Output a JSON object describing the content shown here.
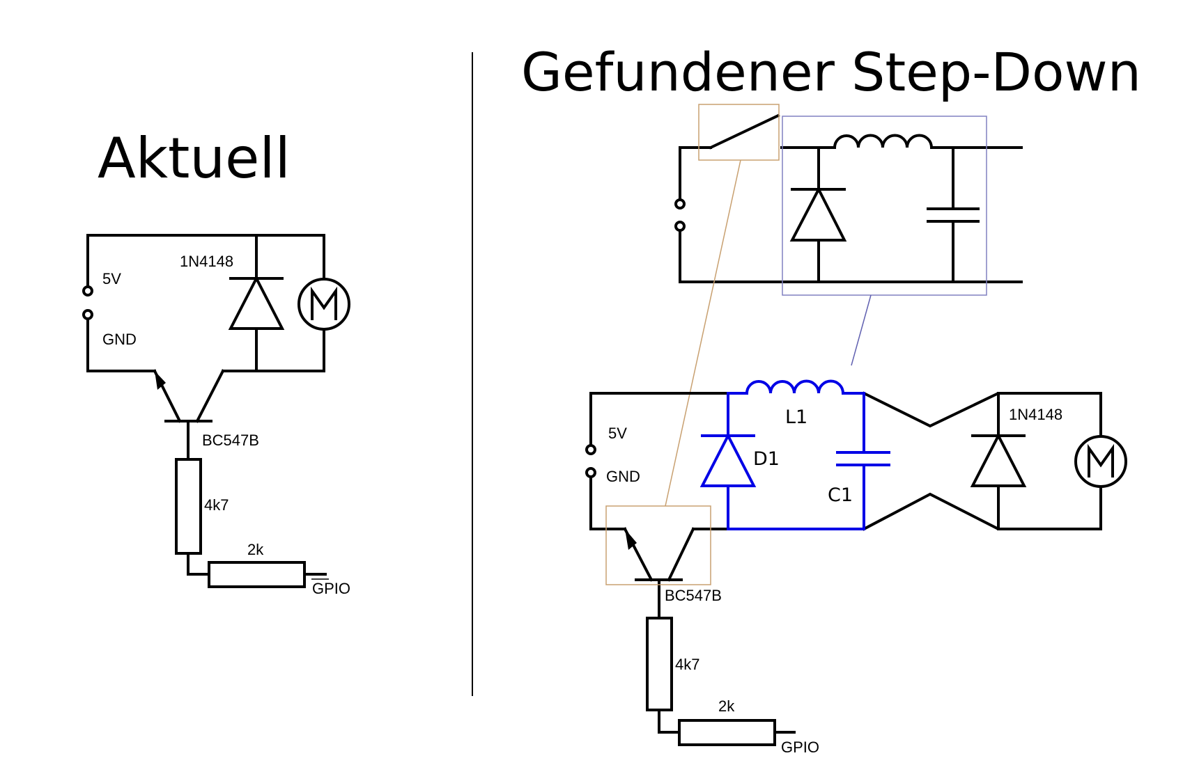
{
  "left": {
    "title": "Aktuell",
    "labels": {
      "v5": "5V",
      "gnd": "GND",
      "diode": "1N4148",
      "transistor": "BC547B",
      "r1": "4k7",
      "r2": "2k",
      "gpio": "GPIO"
    }
  },
  "right": {
    "title": "Gefundener Step-Down",
    "labels": {
      "v5": "5V",
      "gnd": "GND",
      "l1": "L1",
      "d1": "D1",
      "c1": "C1",
      "diode": "1N4148",
      "transistor": "BC547B",
      "r1": "4k7",
      "r2": "2k",
      "gpio": "GPIO"
    }
  },
  "colors": {
    "wire": "#000000",
    "stepdown_highlight": "#0000e6",
    "switch_box": "#c8a070",
    "filter_box": "#8080c0"
  }
}
